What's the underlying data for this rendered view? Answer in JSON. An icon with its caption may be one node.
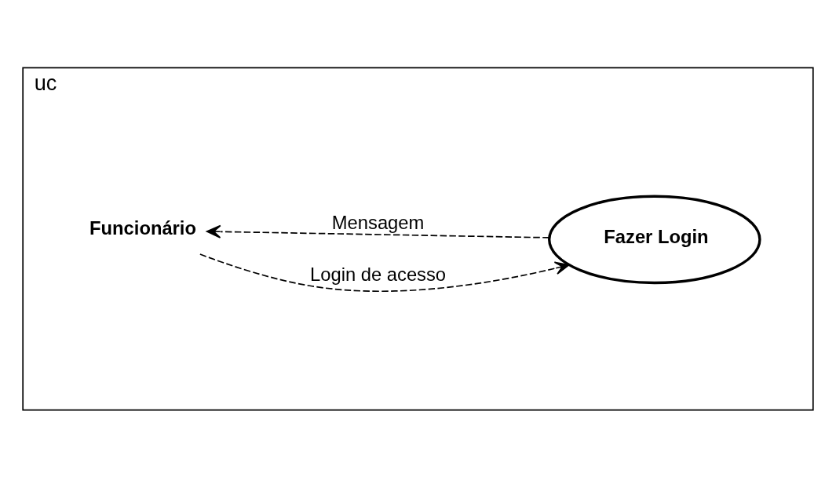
{
  "diagram": {
    "nodes": [
      {
        "text": [
          "uc"
        ]
      },
      {
        "text": [
          "Funcionário"
        ],
        "in": 0
      },
      {
        "text": [
          "Fazer Login"
        ],
        "in": 0
      }
    ],
    "edges": [
      {
        "from": 1,
        "to": 2,
        "arrow": "to",
        "style": "dashed",
        "label": "Login de acesso"
      },
      {
        "from": 2,
        "to": 1,
        "arrow": "to",
        "style": "dashed",
        "label": "Mensagem"
      }
    ]
  }
}
